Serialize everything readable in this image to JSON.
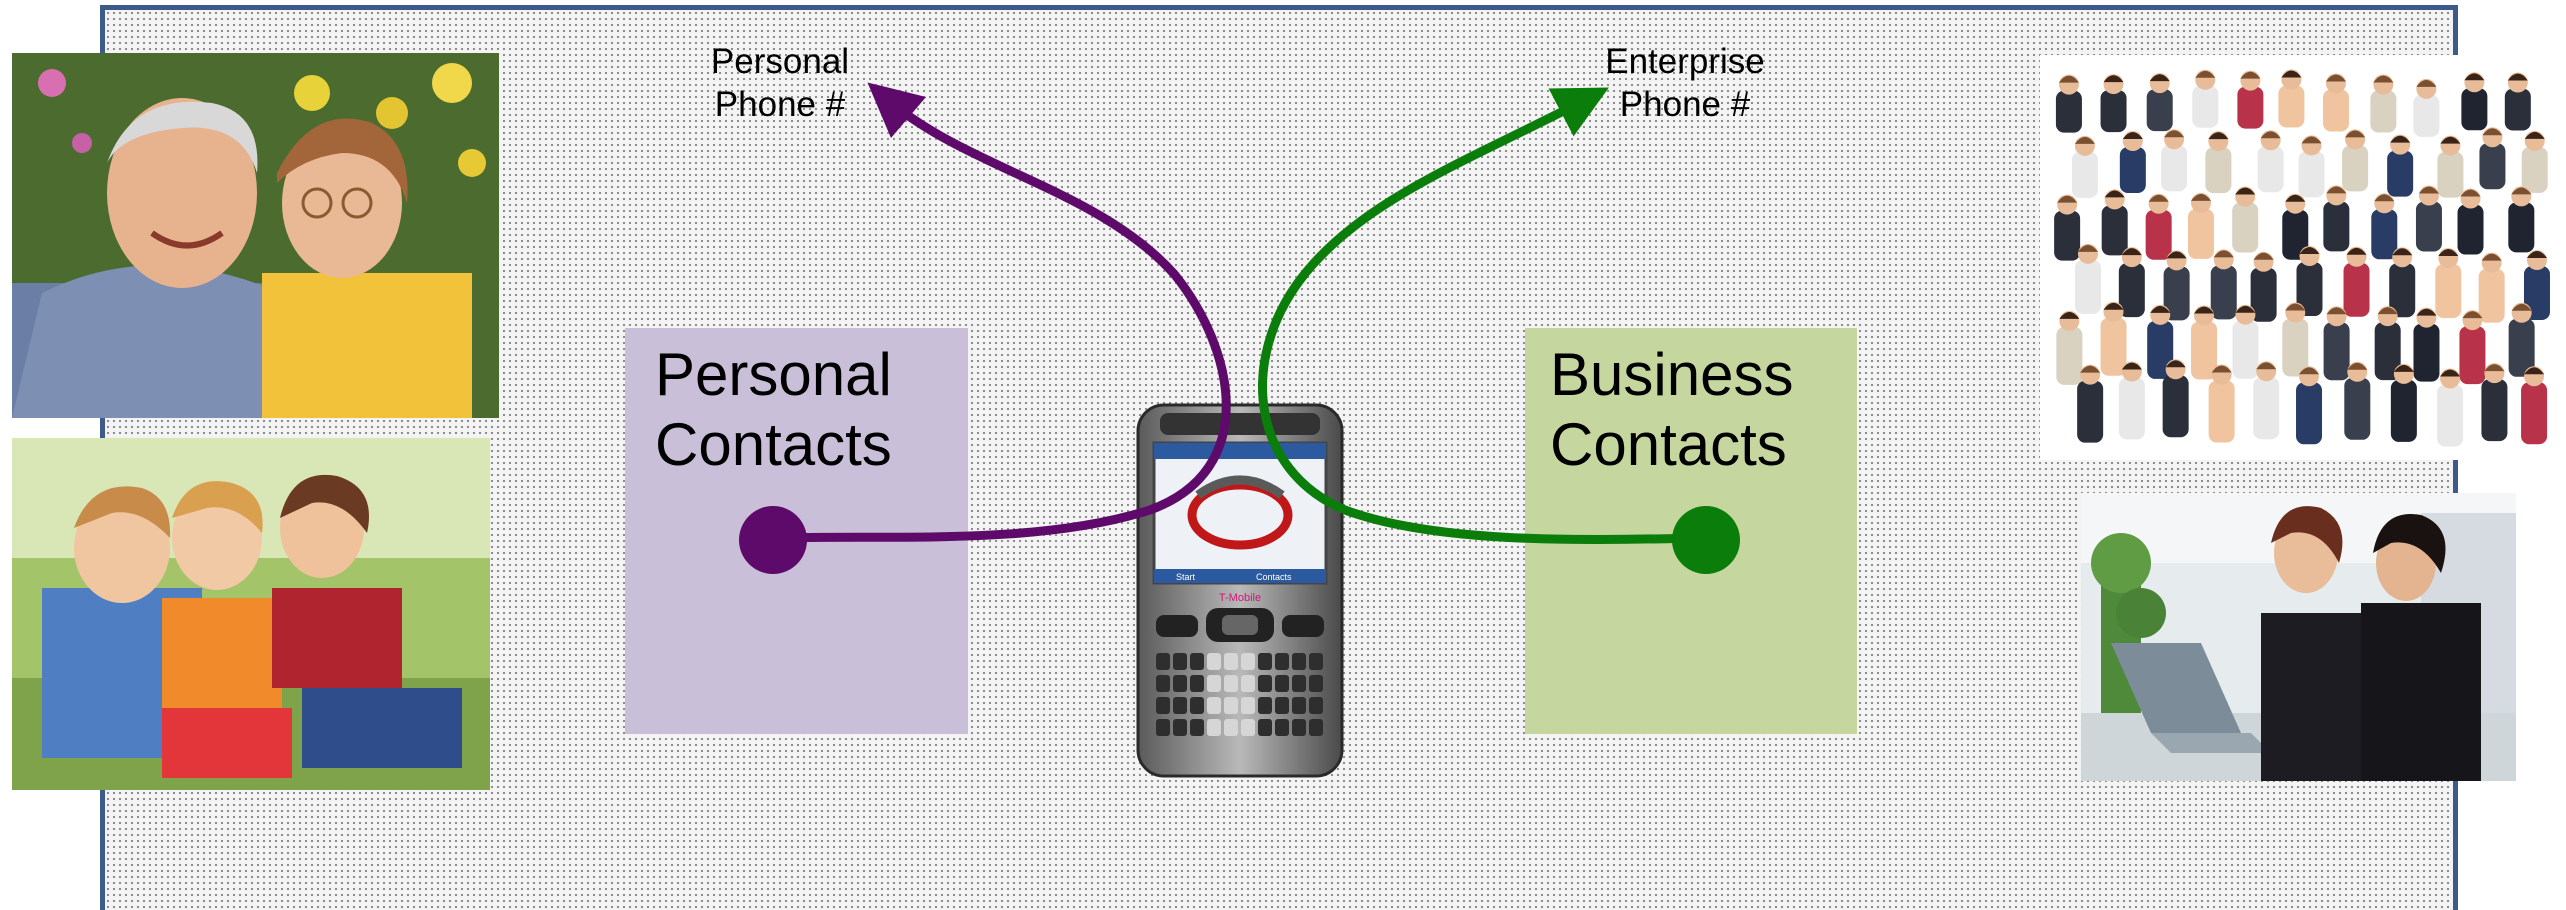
{
  "labels": {
    "personal_phone": [
      "Personal",
      "Phone #"
    ],
    "enterprise_phone": [
      "Enterprise",
      "Phone #"
    ]
  },
  "boxes": {
    "personal": {
      "lines": [
        "Personal",
        "Contacts"
      ],
      "color": "#c9bfd9"
    },
    "business": {
      "lines": [
        "Business",
        "Contacts"
      ],
      "color": "#c5d69f"
    }
  },
  "colors": {
    "personal_link": "#5e0a6a",
    "business_link": "#0a7d0a",
    "frame_border": "#3c5a8a"
  },
  "phone": {
    "brand": "T-Mobile",
    "softkeys": [
      "Start",
      "Contacts"
    ]
  }
}
